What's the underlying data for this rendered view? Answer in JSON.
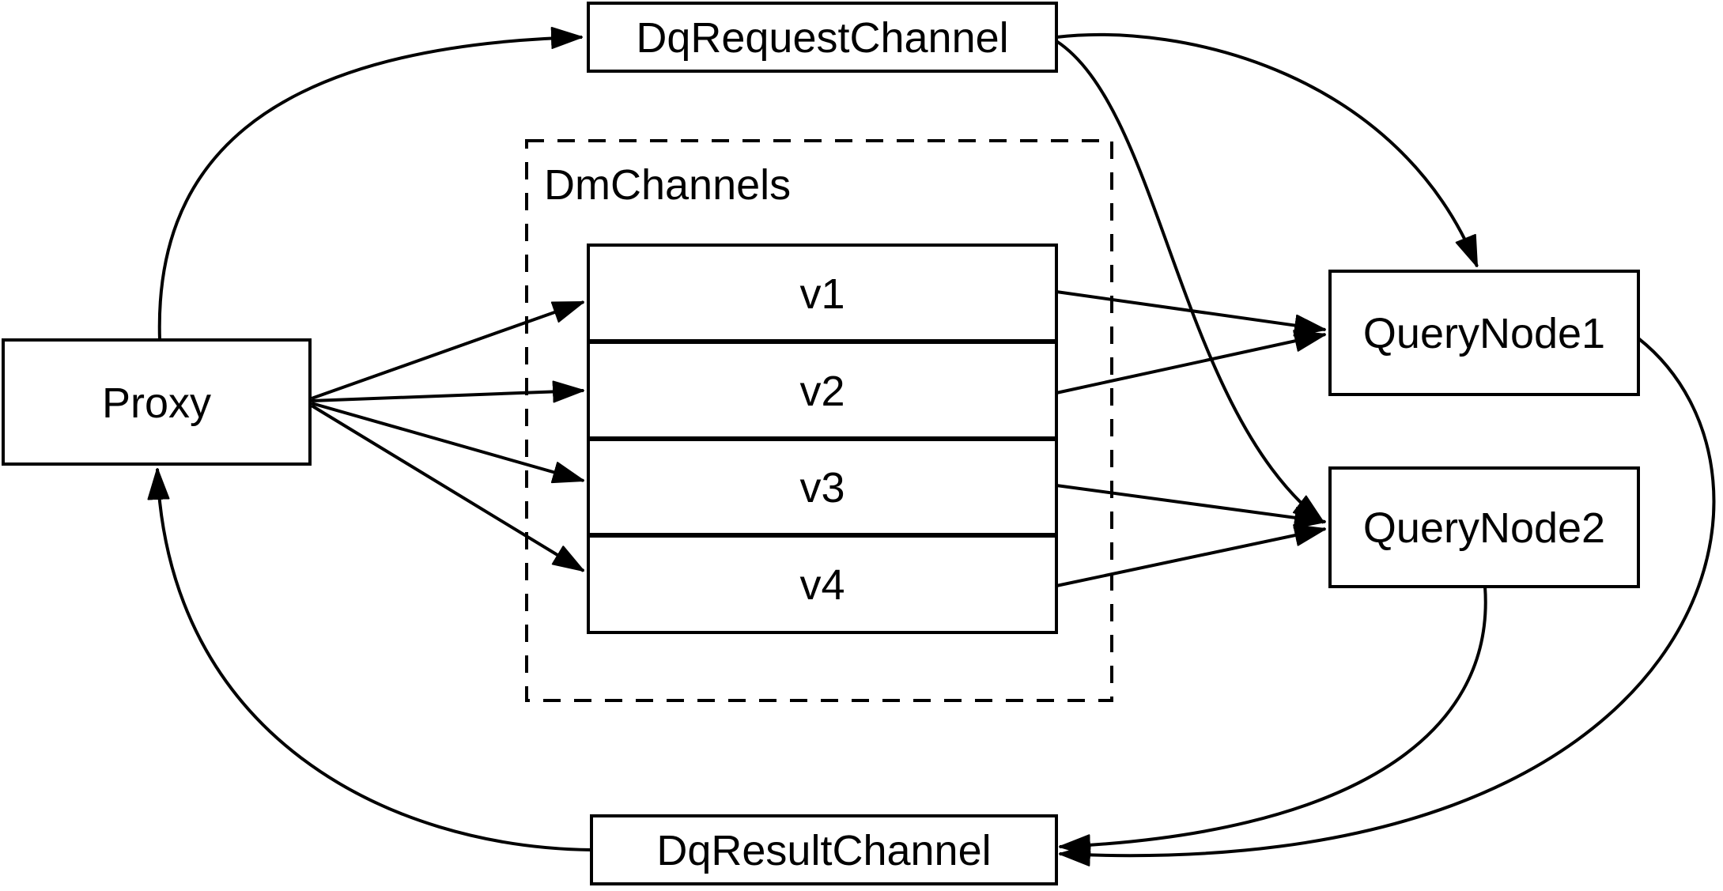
{
  "diagram": {
    "type": "flow-diagram",
    "colors": {
      "stroke": "#000000",
      "node_fill": "#ffffff",
      "background": "#ffffff"
    },
    "nodes": {
      "proxy": {
        "label": "Proxy"
      },
      "dq_request_channel": {
        "label": "DqRequestChannel"
      },
      "dm_channels_group": {
        "label": "DmChannels"
      },
      "v1": {
        "label": "v1"
      },
      "v2": {
        "label": "v2"
      },
      "v3": {
        "label": "v3"
      },
      "v4": {
        "label": "v4"
      },
      "query_node1": {
        "label": "QueryNode1"
      },
      "query_node2": {
        "label": "QueryNode2"
      },
      "dq_result_channel": {
        "label": "DqResultChannel"
      }
    },
    "edges": [
      {
        "from": "Proxy",
        "to": "DqRequestChannel"
      },
      {
        "from": "Proxy",
        "to": "v1"
      },
      {
        "from": "Proxy",
        "to": "v2"
      },
      {
        "from": "Proxy",
        "to": "v3"
      },
      {
        "from": "Proxy",
        "to": "v4"
      },
      {
        "from": "v1",
        "to": "QueryNode1"
      },
      {
        "from": "v2",
        "to": "QueryNode1"
      },
      {
        "from": "v3",
        "to": "QueryNode2"
      },
      {
        "from": "v4",
        "to": "QueryNode2"
      },
      {
        "from": "DqRequestChannel",
        "to": "QueryNode1"
      },
      {
        "from": "DqRequestChannel",
        "to": "QueryNode2"
      },
      {
        "from": "QueryNode1",
        "to": "DqResultChannel"
      },
      {
        "from": "QueryNode2",
        "to": "DqResultChannel"
      },
      {
        "from": "DqResultChannel",
        "to": "Proxy"
      }
    ]
  }
}
